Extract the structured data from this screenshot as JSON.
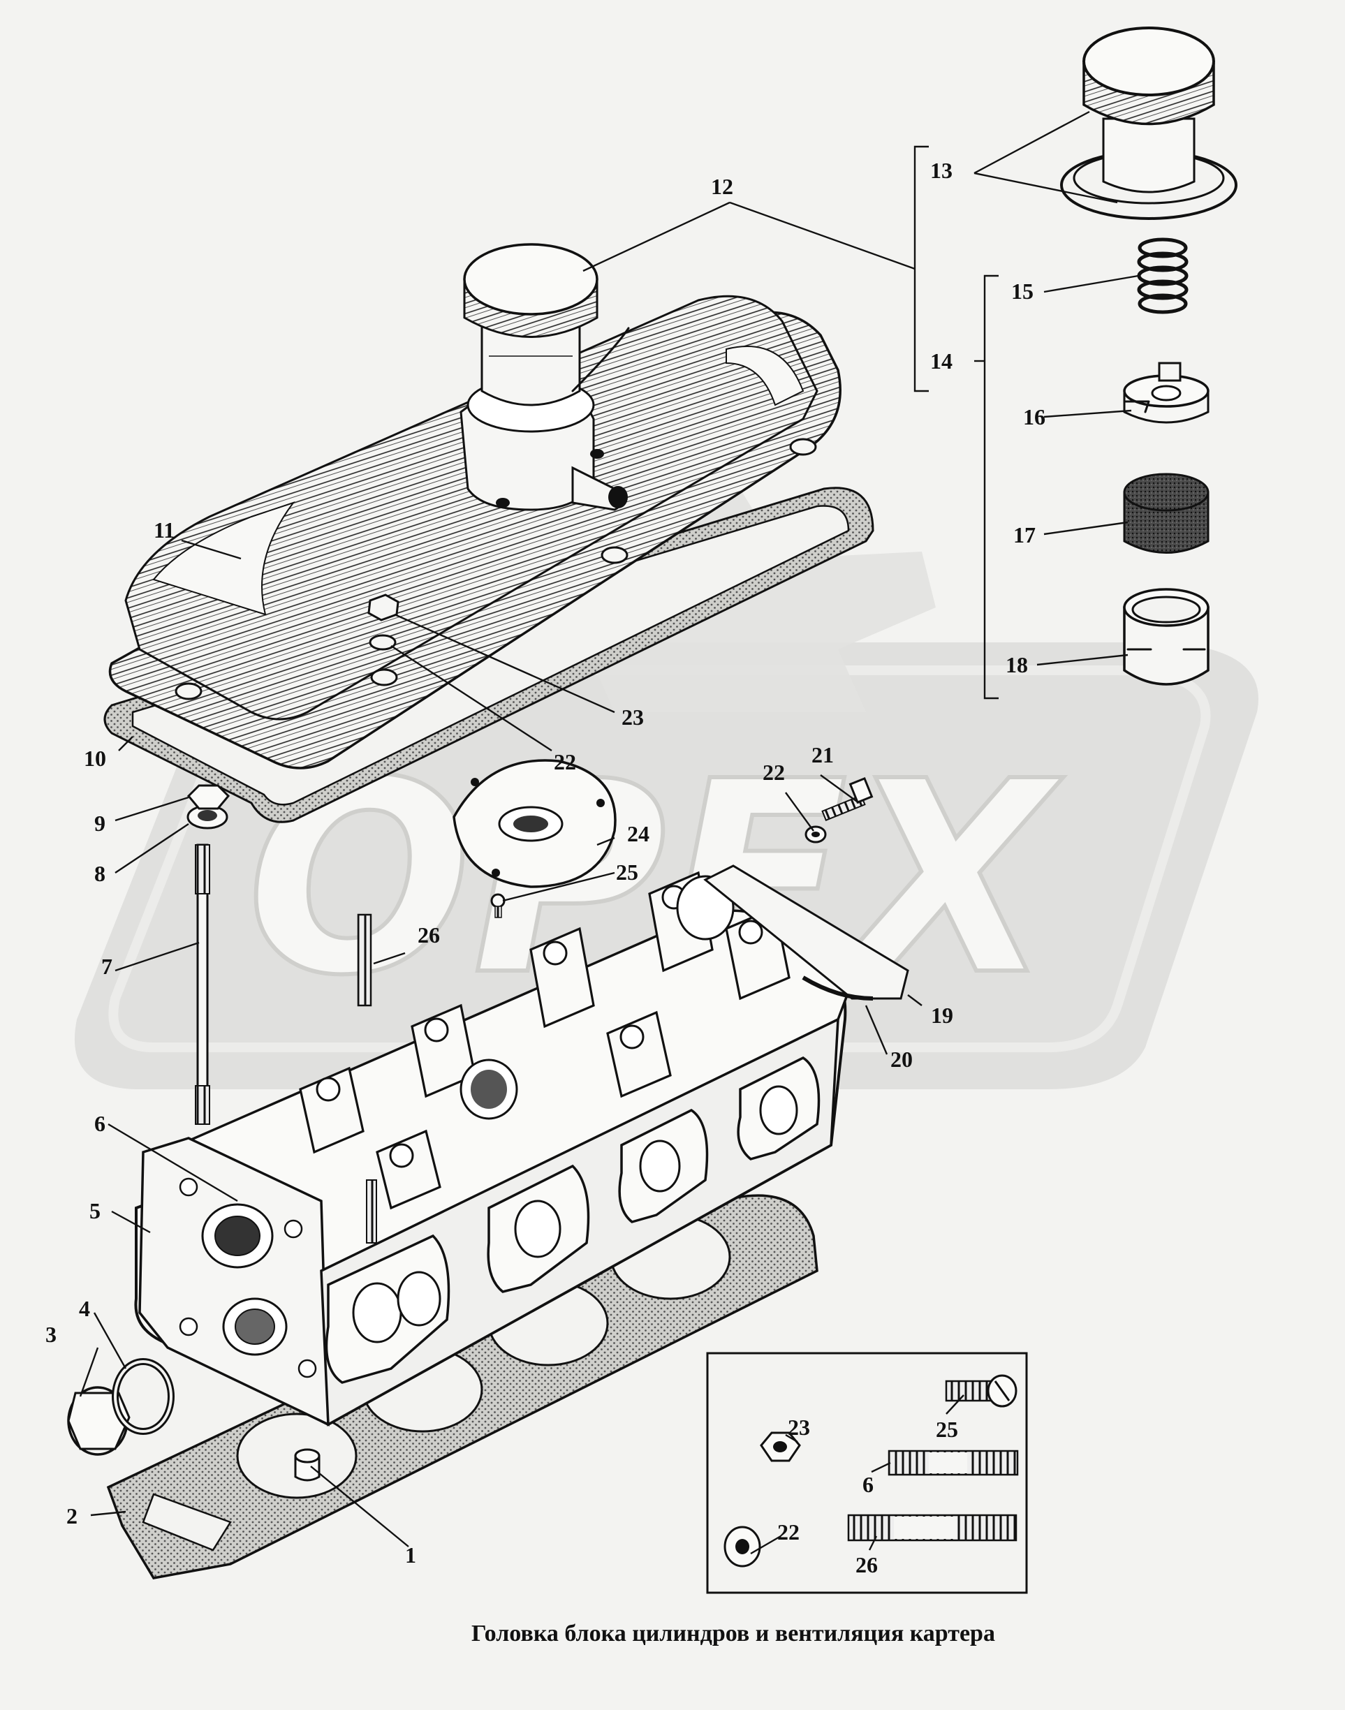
{
  "caption": "Головка блока цилиндров и вентиляция картера",
  "watermark": "OPEX",
  "colors": {
    "ink": "#111111",
    "paper": "#f3f3f1",
    "watermark": "#d9d9d7",
    "gasket": "#c8c8c4"
  },
  "callouts": {
    "c1": "1",
    "c2": "2",
    "c3": "3",
    "c4": "4",
    "c5": "5",
    "c6": "6",
    "c7": "7",
    "c8": "8",
    "c9": "9",
    "c10": "10",
    "c11": "11",
    "c12": "12",
    "c13": "13",
    "c14": "14",
    "c15": "15",
    "c16": "16",
    "c17": "17",
    "c18": "18",
    "c19": "19",
    "c20": "20",
    "c21": "21",
    "c22a": "22",
    "c22b": "22",
    "c23": "23",
    "c24": "24",
    "c25": "25",
    "c26": "26"
  },
  "inset_callouts": {
    "i23": "23",
    "i22": "22",
    "i25": "25",
    "i6": "6",
    "i26": "26"
  }
}
